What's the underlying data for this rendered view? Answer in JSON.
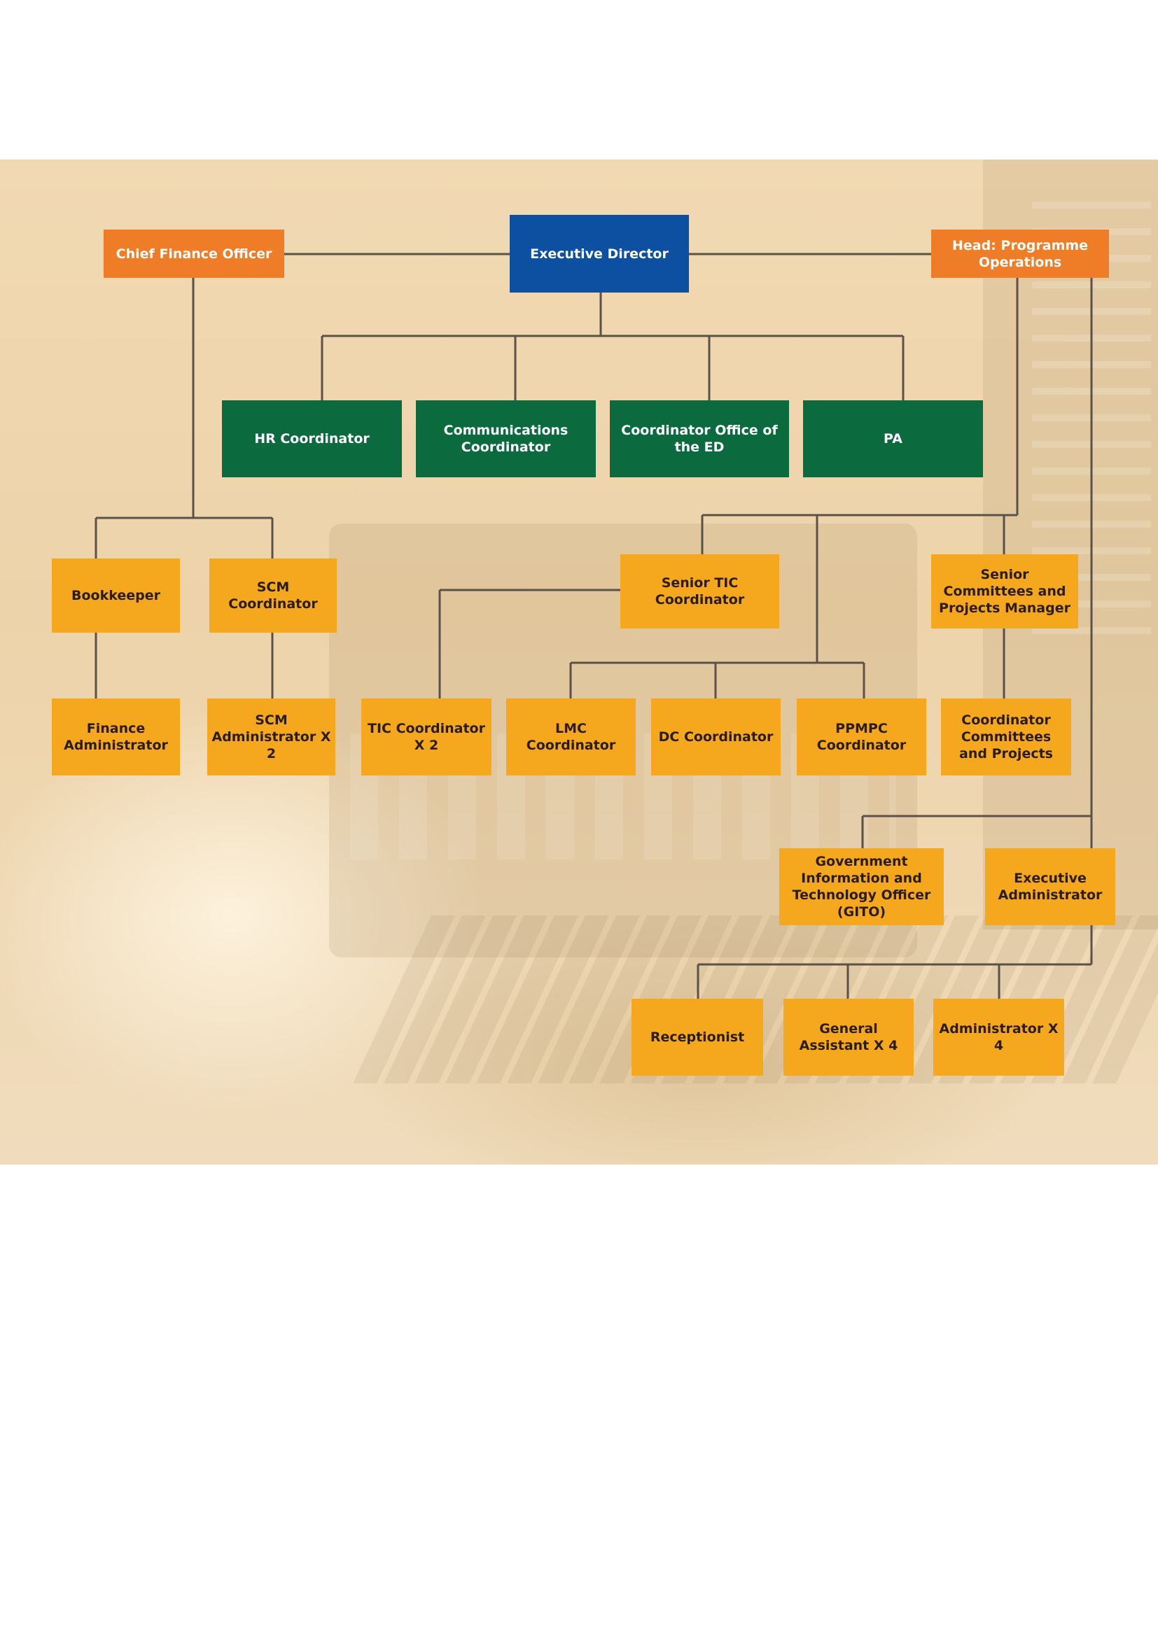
{
  "colors": {
    "executive": "#0d4fa1",
    "senior": "#ef7d28",
    "support": "#0b6b3f",
    "staff": "#f5a81e",
    "connector": "#5a5148"
  },
  "org_chart": {
    "executive_director": "Executive Director",
    "chief_finance_officer": "Chief Finance Officer",
    "head_programme_operations": "Head: Programme Operations",
    "ed_office": {
      "hr_coordinator": "HR Coordinator",
      "communications_coordinator": "Communications Coordinator",
      "coordinator_office_ed": "Coordinator Office of the ED",
      "pa": "PA"
    },
    "finance": {
      "bookkeeper": "Bookkeeper",
      "scm_coordinator": "SCM Coordinator",
      "finance_administrator": "Finance Administrator",
      "scm_administrator": "SCM Administrator X 2"
    },
    "programmes": {
      "senior_tic_coordinator": "Senior TIC Coordinator",
      "senior_committees_manager": "Senior Committees and Projects Manager",
      "tic_coordinator": "TIC Coordinator X 2",
      "lmc_coordinator": "LMC Coordinator",
      "dc_coordinator": "DC Coordinator",
      "ppmpc_coordinator": "PPMPC Coordinator",
      "coordinator_committees": "Coordinator Committees and Projects"
    },
    "admin": {
      "gito": "Government Information and Technology Officer (GITO)",
      "executive_administrator": "Executive Administrator",
      "receptionist": "Receptionist",
      "general_assistant": "General Assistant X 4",
      "administrator": "Administrator X 4"
    }
  }
}
